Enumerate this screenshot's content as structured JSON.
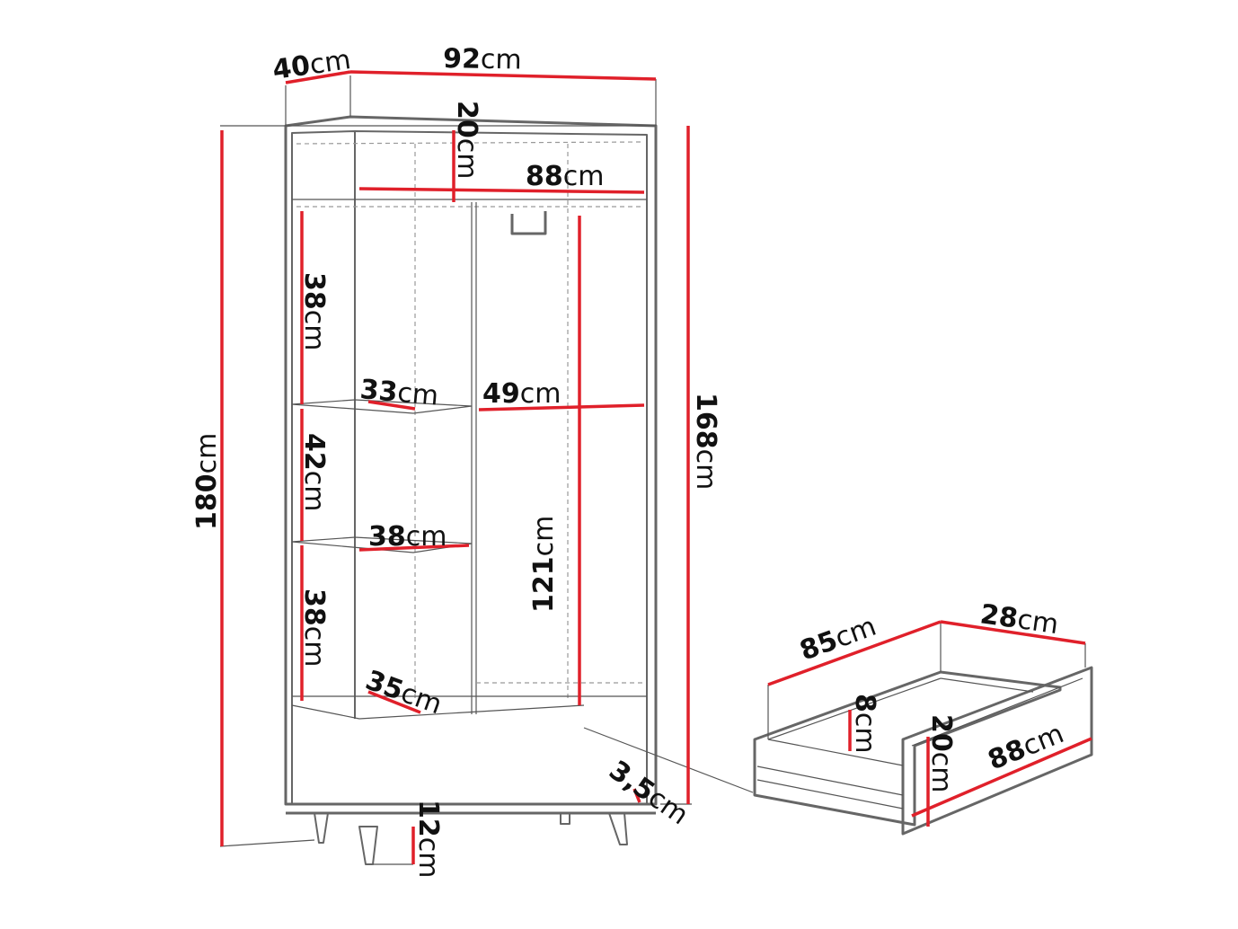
{
  "colors": {
    "dimension_line": "#e0202a",
    "outline": "#666666"
  },
  "wardrobe": {
    "depth": {
      "num": "40",
      "unit": "cm"
    },
    "width": {
      "num": "92",
      "unit": "cm"
    },
    "top_compartment_height": {
      "num": "20",
      "unit": "cm"
    },
    "inner_width": {
      "num": "88",
      "unit": "cm"
    },
    "upper_shelf_height": {
      "num": "38",
      "unit": "cm"
    },
    "shelf_width_upper": {
      "num": "33",
      "unit": "cm"
    },
    "rail_section_width": {
      "num": "49",
      "unit": "cm"
    },
    "middle_shelf_height": {
      "num": "42",
      "unit": "cm"
    },
    "shelf_width_middle": {
      "num": "38",
      "unit": "cm"
    },
    "lower_shelf_height": {
      "num": "38",
      "unit": "cm"
    },
    "shelf_depth_lower": {
      "num": "35",
      "unit": "cm"
    },
    "hanging_height": {
      "num": "121",
      "unit": "cm"
    },
    "inner_height": {
      "num": "168",
      "unit": "cm"
    },
    "total_height": {
      "num": "180",
      "unit": "cm"
    },
    "plinth": {
      "num": "3,5",
      "unit": "cm"
    },
    "leg_height": {
      "num": "12",
      "unit": "cm"
    }
  },
  "drawer": {
    "length": {
      "num": "85",
      "unit": "cm"
    },
    "depth": {
      "num": "28",
      "unit": "cm"
    },
    "inner_height": {
      "num": "8",
      "unit": "cm"
    },
    "front_height": {
      "num": "20",
      "unit": "cm"
    },
    "front_width": {
      "num": "88",
      "unit": "cm"
    }
  }
}
